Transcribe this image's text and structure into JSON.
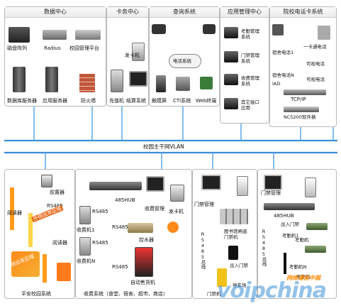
{
  "panels": {
    "data_center": "数据中心",
    "card_center": "卡务中心",
    "query_system": "查询系统",
    "app_center": "应用管理中心",
    "phone_card": "院校电话卡系统"
  },
  "data_center": {
    "disk_array": "磁盘阵列",
    "radius": "Radius",
    "campus_platform": "校园管理平台",
    "db_server": "数据库服务器",
    "app_server": "应用服务器",
    "firewall": "防火墙"
  },
  "card_center": {
    "card_issuer": "发卡机",
    "recharge": "充值机",
    "settlement": "结算系统"
  },
  "query_system": {
    "phone_system": "电话系统",
    "touchscreen": "触摸屏",
    "cti": "CTI系统",
    "web": "Web终端"
  },
  "app_center": {
    "attendance": "考勤管理\n系统",
    "access": "门禁管理\n系统",
    "fee": "收费管理\n系统",
    "other": "其它接口\n应用"
  },
  "phone_card": {
    "one_card_phone": "一卡通电话",
    "dorm_phone1": "宿舍电话1",
    "dorm_phoneN": "宿舍电话N",
    "video_phone1": "可视电话",
    "video_phone2": "可视电话",
    "iad": "IAD",
    "tcpip": "TCP/IP",
    "nc5200": "NC5200软件换"
  },
  "backbone": {
    "label": "校园主干网VLAN"
  },
  "safety": {
    "caption": "平安校园系统",
    "front_reader": "前置器",
    "rs485": "RS485",
    "reader1": "阅读器",
    "reader2": "阅读器",
    "zone1": "外侧出发区域",
    "zone2": "侧出发区域"
  },
  "billing": {
    "caption": "收费系统（食堂、宿舍、超市、商店）",
    "hub": "485HUB",
    "mgmt": "收费管理",
    "card_issuer": "发卡机",
    "rs485_1": "RS485",
    "rs485_2": "RS485",
    "rs485_3": "RS485",
    "rs485_4": "RS485",
    "pos1": "收费机1",
    "posN": "收费机N",
    "water": "控水器",
    "vending": "自动售货机"
  },
  "access_ctrl": {
    "mgmt": "门禁管理",
    "library": "图书馆闸道\n门禁机",
    "entry": "出入门禁",
    "parking": "停车场",
    "gate": "门禁机",
    "bus": "RS485总线"
  },
  "attend": {
    "mgmt": "门禁管理",
    "hub": "485HUB",
    "entry": "出入门禁",
    "bus": "RS485总线",
    "att1": "考勤机1",
    "att2": "考勤机",
    "attN": "考勤机N",
    "att3": "考勤机"
  },
  "watermark": {
    "cn": "网络通信中国",
    "en": "voipchina"
  }
}
